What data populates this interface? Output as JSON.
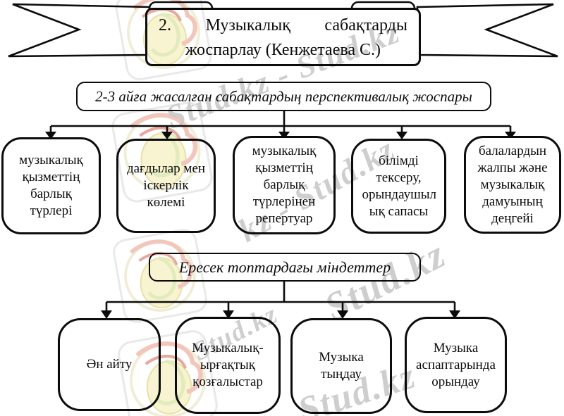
{
  "banner": {
    "title_line1": "2. Музыкалық сабақтарды",
    "title_line2": "жоспарлау (Кенжетаева С.)"
  },
  "plan_header": {
    "label": "2-3 айға жасалған сабақтардың перспективалық жоспары"
  },
  "plan_items": [
    {
      "label": "музыкалық қызметтің барлық түрлері"
    },
    {
      "label": "дағдылар мен іскерлік көлемі"
    },
    {
      "label": "музыкалық қызметтің барлық түрлерінен репертуар"
    },
    {
      "label": "білімді тексеру, орындаушыл ық сапасы"
    },
    {
      "label": "балалардын жалпы және музыкалық дамуының деңгейі"
    }
  ],
  "tasks_header": {
    "label": "Ересек топтардағы міндеттер"
  },
  "task_items": [
    {
      "label": "Ән айту"
    },
    {
      "label": "Музыкалық-ырғақтық қозғалыстар"
    },
    {
      "label": "Музыка тыңдау"
    },
    {
      "label": "Музыка аспаптарында орындау"
    }
  ],
  "watermark": {
    "logo_name": "stud-kz-logo",
    "color": "#c9c9c9",
    "instances": [
      "Stud.kz - Stud.kz",
      "kz - Stud.kz",
      "Stud.kz",
      "Stud.kz",
      "Stud.kz"
    ]
  },
  "colors": {
    "stroke": "#0c0c0c",
    "background": "#ffffff"
  }
}
